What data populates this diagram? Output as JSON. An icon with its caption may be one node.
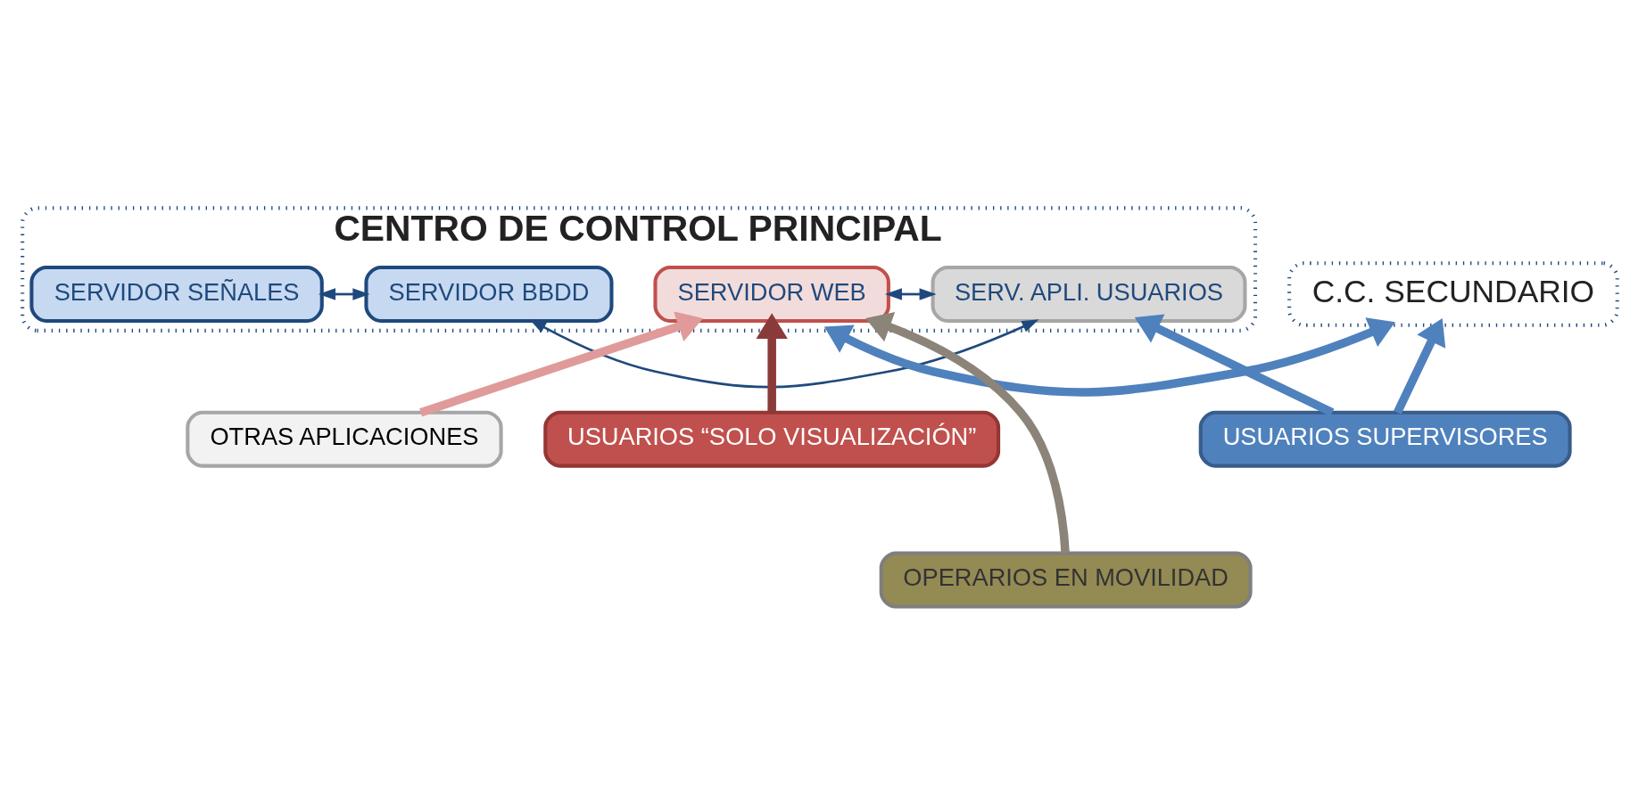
{
  "diagram": {
    "nodes": [
      {
        "text": [
          "CENTRO DE CONTROL PRINCIPAL"
        ]
      },
      {
        "text": [
          "SERVIDOR SEÑALES"
        ],
        "in": 0
      },
      {
        "text": [
          "SERVIDOR BBDD"
        ],
        "in": 0
      },
      {
        "text": [
          "SERV. APLI. USUARIOS"
        ],
        "in": 0
      },
      {
        "text": [
          "SERVIDOR WEB"
        ],
        "in": 0
      },
      {
        "text": [
          "C.C. SECUNDARIO"
        ]
      },
      {
        "text": [
          "OTRAS APLICACIONES"
        ]
      },
      {
        "text": [
          "USUARIOS “SOLO VISUALIZACIÓN”"
        ]
      },
      {
        "text": [
          "USUARIOS SUPERVISORES"
        ]
      },
      {
        "text": [
          "OPERARIOS EN MOVILIDAD"
        ]
      }
    ],
    "edges": [
      {
        "from": 1,
        "to": 2,
        "arrow": "both"
      },
      {
        "from": 2,
        "to": 3,
        "arrow": "both"
      },
      {
        "from": 3,
        "to": 4,
        "arrow": "both"
      },
      {
        "from": 0,
        "to": 5,
        "arrow": "both",
        "color": "#4f81bd"
      },
      {
        "from": 6,
        "to": 4,
        "arrow": "to",
        "color": "#e09a9a"
      },
      {
        "from": 9,
        "to": 4,
        "arrow": "to",
        "color": "#8c8479"
      },
      {
        "from": 7,
        "to": 4,
        "arrow": "to",
        "color": "#8b3a3a"
      },
      {
        "from": 8,
        "to": 3,
        "arrow": "to",
        "color": "#4f81bd"
      },
      {
        "from": 8,
        "to": 5,
        "arrow": "to",
        "color": "#4f81bd"
      }
    ]
  }
}
